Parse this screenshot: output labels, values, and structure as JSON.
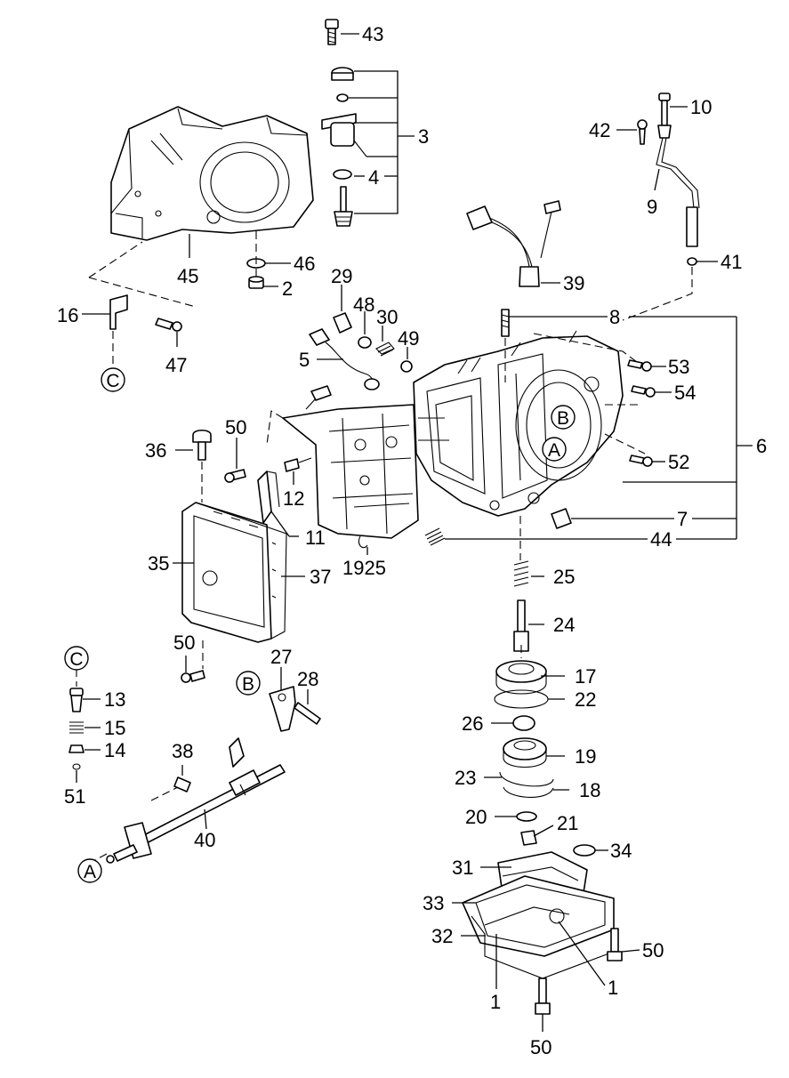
{
  "labels": {
    "l43": "43",
    "l3": "3",
    "l4": "4",
    "l10": "10",
    "l42": "42",
    "l9": "9",
    "l41": "41",
    "l46": "46",
    "l45": "45",
    "l2": "2",
    "l16": "16",
    "l47": "47",
    "l29": "29",
    "l48": "48",
    "l30": "30",
    "l49": "49",
    "l5": "5",
    "l39": "39",
    "l8": "8",
    "l53": "53",
    "l54": "54",
    "l6": "6",
    "l52": "52",
    "l7": "7",
    "l44": "44",
    "l36": "36",
    "l50a": "50",
    "l12": "12",
    "l11": "11",
    "l35": "35",
    "l37": "37",
    "l1925": "1925",
    "l25": "25",
    "l24": "24",
    "l17": "17",
    "l22": "22",
    "l26": "26",
    "l19": "19",
    "l23": "23",
    "l18": "18",
    "l20": "20",
    "l21": "21",
    "l34": "34",
    "l31": "31",
    "l33": "33",
    "l32": "32",
    "l50c": "50",
    "l1a": "1",
    "l1b": "1",
    "l50d": "50",
    "l50b": "50",
    "l13": "13",
    "l15": "15",
    "l14": "14",
    "l51": "51",
    "l27": "27",
    "l28": "28",
    "l38": "38",
    "l40": "40"
  },
  "markers": {
    "c_top": "C",
    "c_left": "C",
    "b_case": "B",
    "a_case": "A",
    "b_lever": "B",
    "a_shaft": "A"
  }
}
